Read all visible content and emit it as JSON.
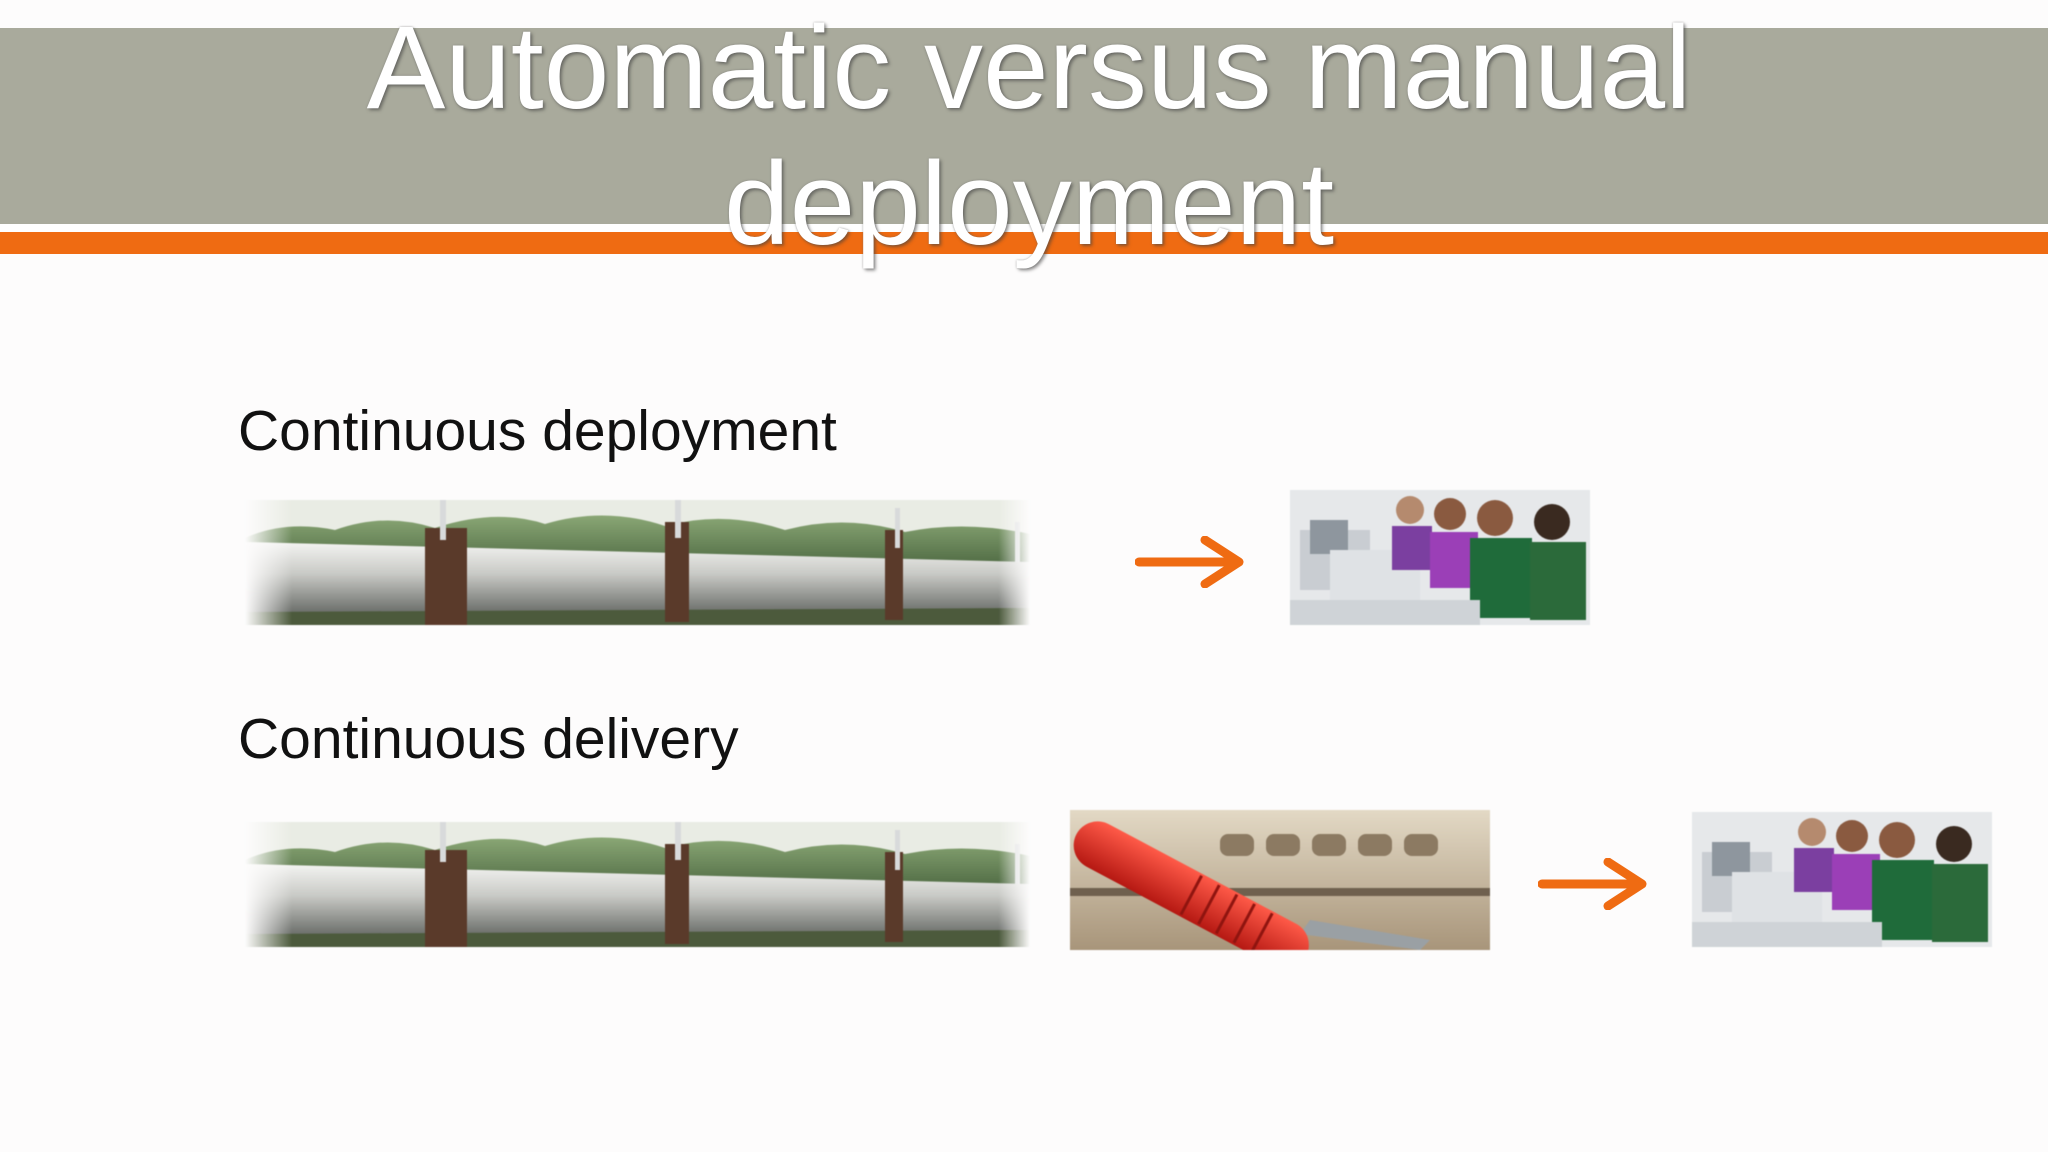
{
  "slide": {
    "title_line1": "Automatic versus manual",
    "title_line2": "deployment"
  },
  "rows": [
    {
      "label": "Continuous deployment"
    },
    {
      "label": "Continuous delivery"
    }
  ],
  "icons": {
    "pipeline": "pipeline-photo",
    "lever": "manual-lever-photo",
    "arrow": "right-arrow-icon",
    "users": "users-at-computers-photo"
  },
  "colors": {
    "accent": "#ef6b12",
    "band": "#a9aa9c"
  }
}
